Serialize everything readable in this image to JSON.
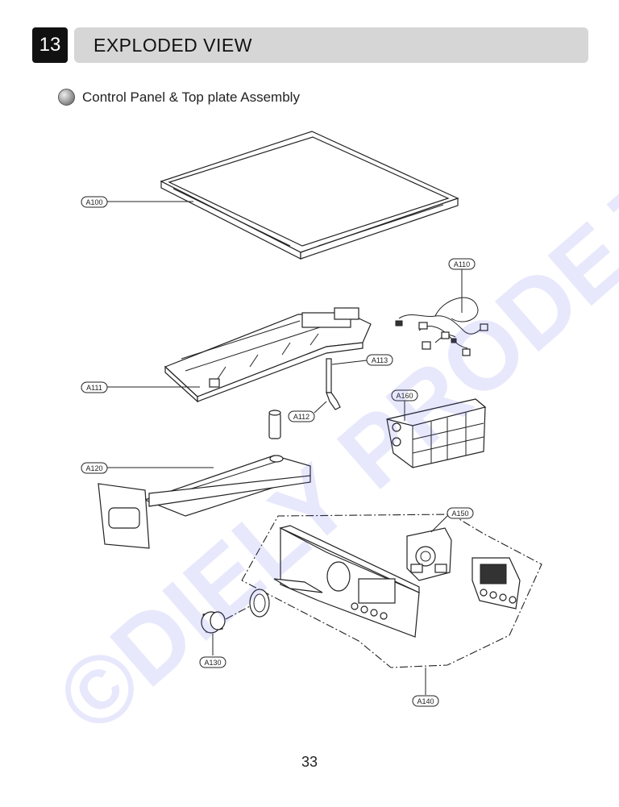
{
  "header": {
    "section_number": "13",
    "section_title": "EXPLODED VIEW"
  },
  "subheading": "Control Panel & Top plate Assembly",
  "parts": {
    "a100": "A100",
    "a110": "A110",
    "a111": "A111",
    "a112": "A112",
    "a113": "A113",
    "a120": "A120",
    "a130": "A130",
    "a140": "A140",
    "a150": "A150",
    "a160": "A160"
  },
  "watermark": "©DIELY PRODEJ.cz",
  "page_number": "33"
}
